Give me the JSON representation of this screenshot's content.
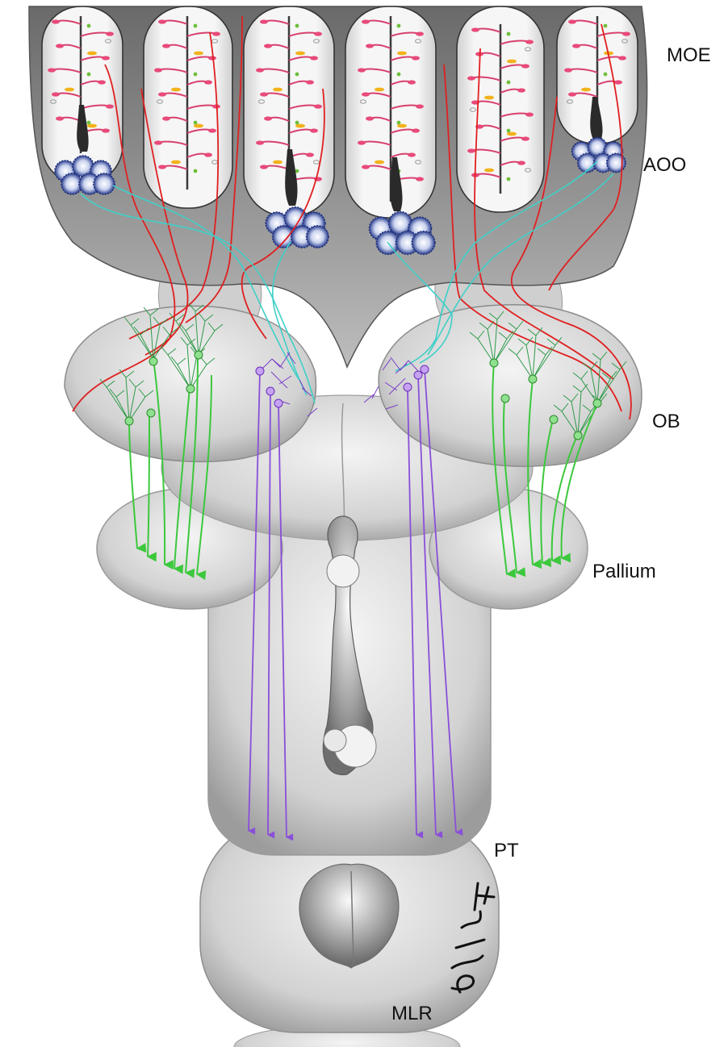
{
  "labels": {
    "moe": "MOE",
    "aoo": "AOO",
    "ob": "OB",
    "pallium": "Pallium",
    "pt": "PT",
    "mlr": "MLR"
  },
  "signature": "SDMF",
  "colors": {
    "tissue": "#d4d4d4",
    "tissue_dark": "#5a5a5a",
    "receptor_axon": "#e02020",
    "vomeronasal_axon": "#3fd0c8",
    "green_projection": "#3cc83c",
    "purple_projection": "#8a4fd8",
    "glomerulus": "#2b3f8f"
  }
}
